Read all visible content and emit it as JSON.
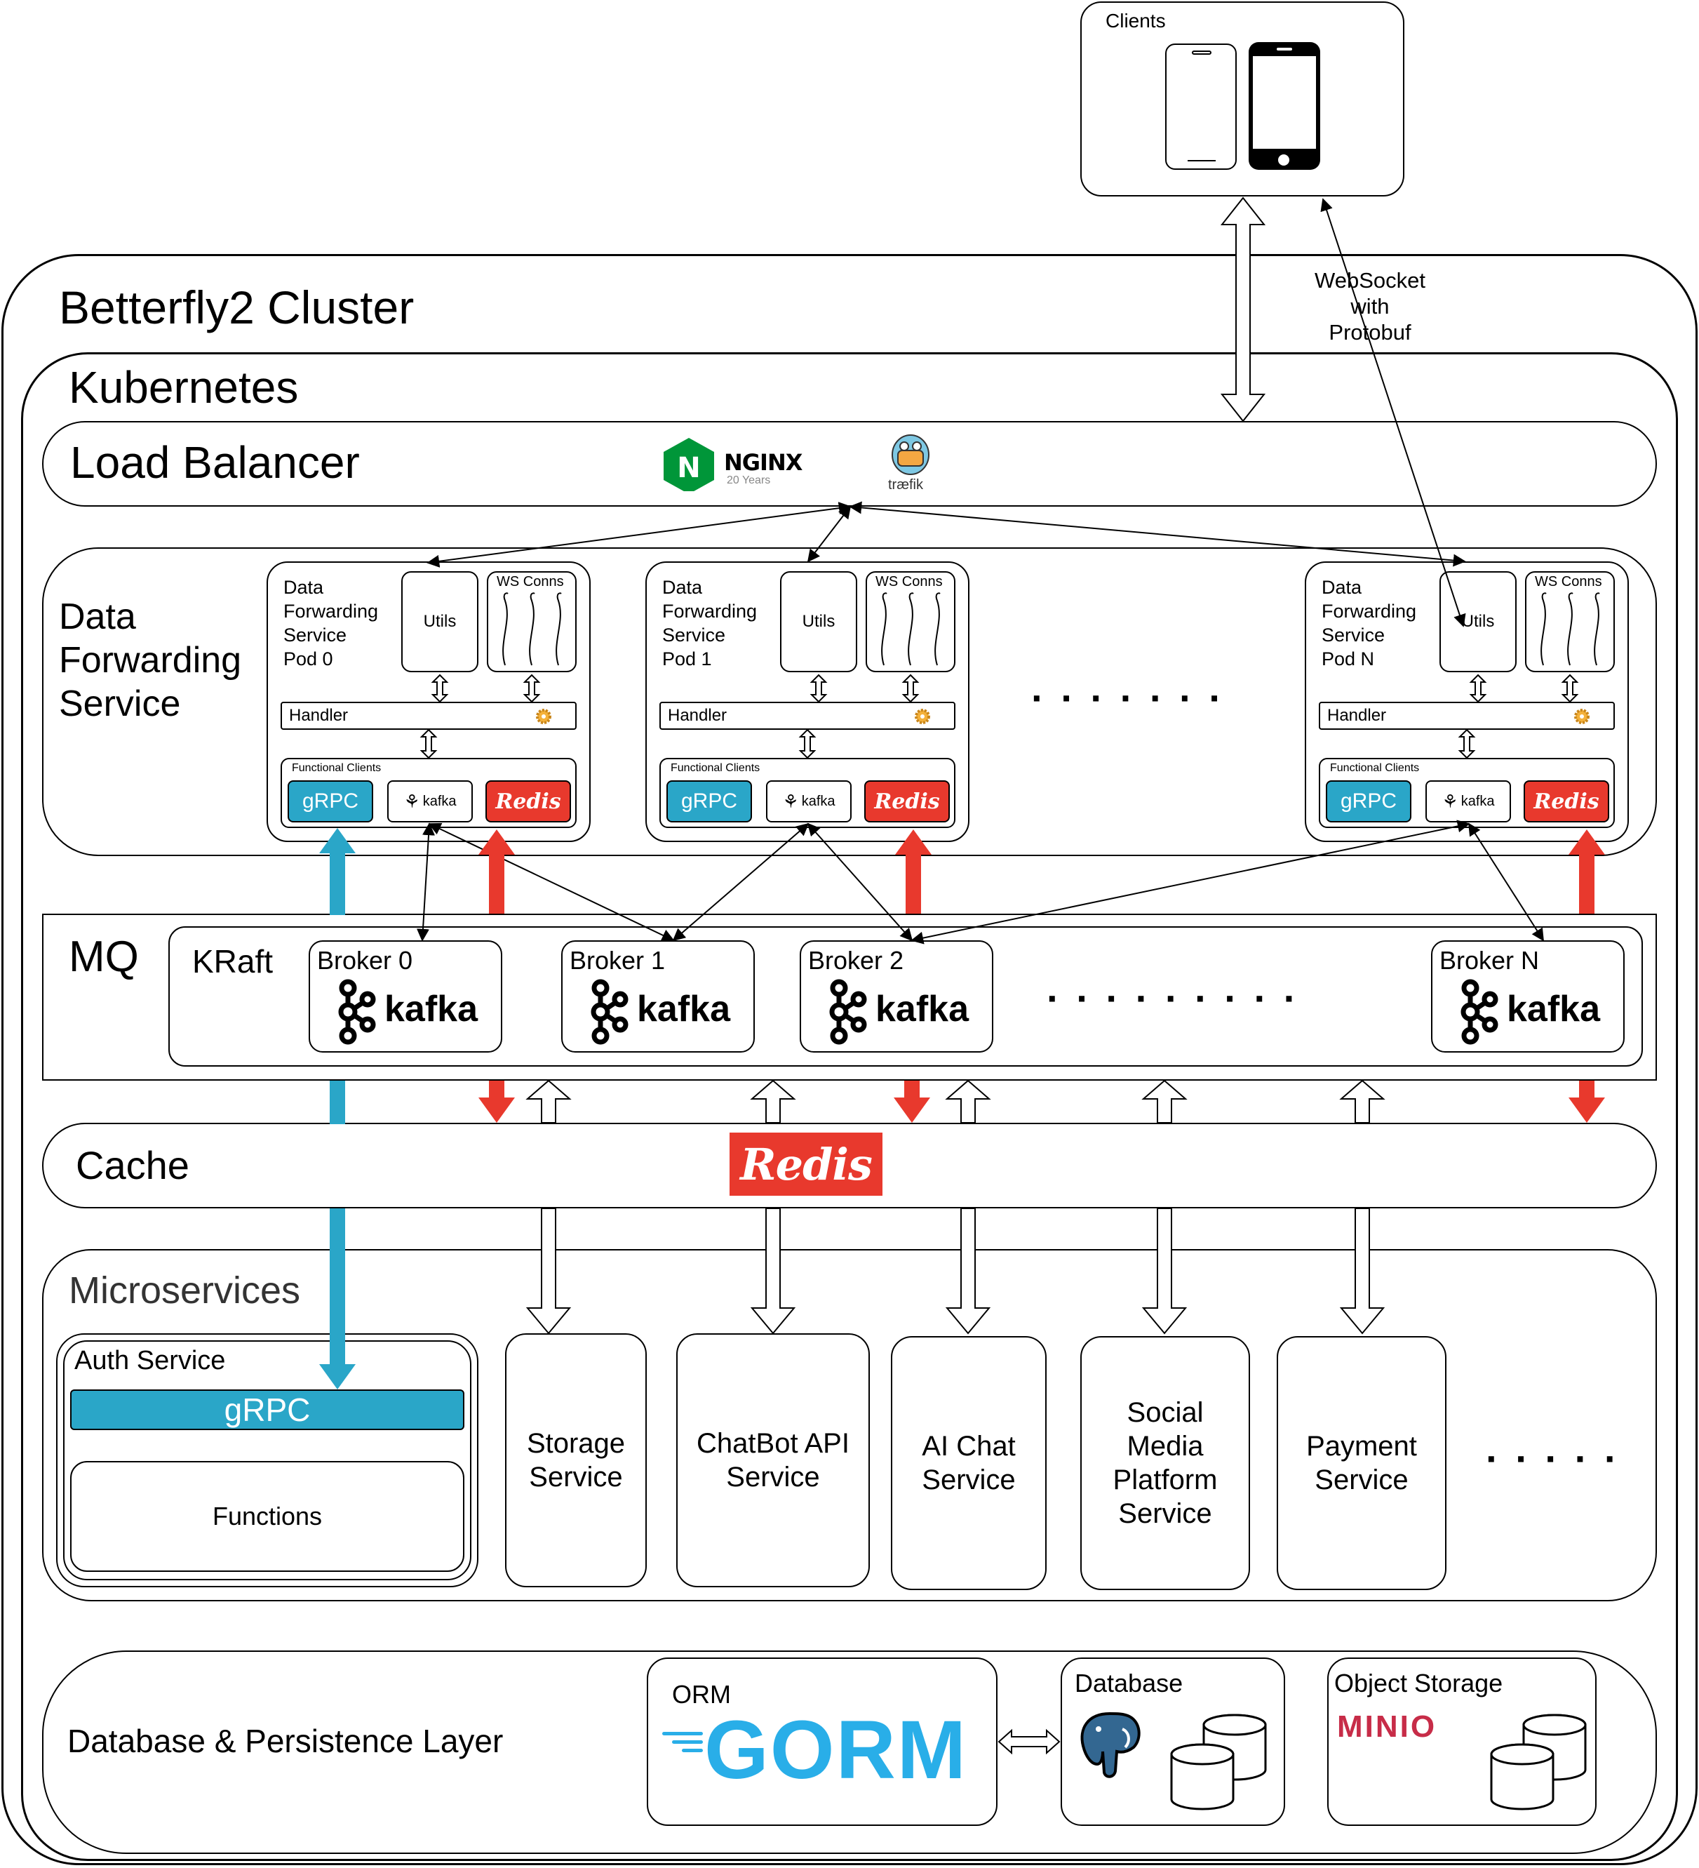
{
  "clients": {
    "label": "Clients"
  },
  "websocket": {
    "label_line1": "WebSocket",
    "label_line2": "with",
    "label_line3": "Protobuf"
  },
  "cluster": {
    "title": "Betterfly2 Cluster"
  },
  "kubernetes": {
    "title": "Kubernetes"
  },
  "load_balancer": {
    "title": "Load Balancer",
    "nginx_label": "NGINX",
    "nginx_sub": "20 Years",
    "traefik_label": "træfik"
  },
  "dfs": {
    "title_line1": "Data",
    "title_line2": "Forwarding",
    "title_line3": "Service",
    "ellipsis": "· · · · · · ·",
    "pods": [
      {
        "l1": "Data",
        "l2": "Forwarding",
        "l3": "Service",
        "l4": "Pod 0"
      },
      {
        "l1": "Data",
        "l2": "Forwarding",
        "l3": "Service",
        "l4": "Pod 1"
      },
      {
        "l1": "Data",
        "l2": "Forwarding",
        "l3": "Service",
        "l4": "Pod N"
      }
    ],
    "utils": "Utils",
    "ws_conns": "WS Conns",
    "handler": "Handler",
    "functional_clients": "Functional Clients",
    "grpc": "gRPC",
    "kafka": "kafka",
    "redis": "Redis"
  },
  "mq": {
    "title": "MQ",
    "kraft": "KRaft",
    "ellipsis": "· · · · · · · · ·",
    "brokers": [
      {
        "label": "Broker 0",
        "logo": "kafka"
      },
      {
        "label": "Broker 1",
        "logo": "kafka"
      },
      {
        "label": "Broker 2",
        "logo": "kafka"
      },
      {
        "label": "Broker N",
        "logo": "kafka"
      }
    ]
  },
  "cache": {
    "title": "Cache",
    "logo": "Redis"
  },
  "microservices": {
    "title": "Microservices",
    "auth": {
      "title": "Auth Service",
      "grpc": "gRPC",
      "functions": "Functions"
    },
    "services": [
      {
        "l1": "Storage",
        "l2": "Service"
      },
      {
        "l1": "ChatBot API",
        "l2": "Service"
      },
      {
        "l1": "AI Chat",
        "l2": "Service"
      },
      {
        "l1": "Social",
        "l2": "Media",
        "l3": "Platform",
        "l4": "Service"
      },
      {
        "l1": "Payment",
        "l2": "Service"
      }
    ],
    "ellipsis": "· · · · ·"
  },
  "persistence": {
    "title": "Database & Persistence Layer",
    "orm": "ORM",
    "gorm": "GORM",
    "database": "Database",
    "object_storage": "Object Storage",
    "minio": "MINIO"
  },
  "colors": {
    "grpc_blue": "#2aa6c8",
    "redis_red": "#e8392d",
    "gorm_blue": "#29aee8",
    "minio_red": "#c72c48",
    "nginx_green": "#009639"
  },
  "icons": [
    "phone-outline-icon",
    "phone-solid-icon",
    "nginx-logo-icon",
    "traefik-gopher-icon",
    "settings-gear-icon",
    "kafka-logo-icon",
    "redis-logo-icon",
    "grpc-logo-icon",
    "postgresql-elephant-icon",
    "database-cylinder-icon",
    "minio-logo-icon",
    "gorm-logo-icon"
  ]
}
